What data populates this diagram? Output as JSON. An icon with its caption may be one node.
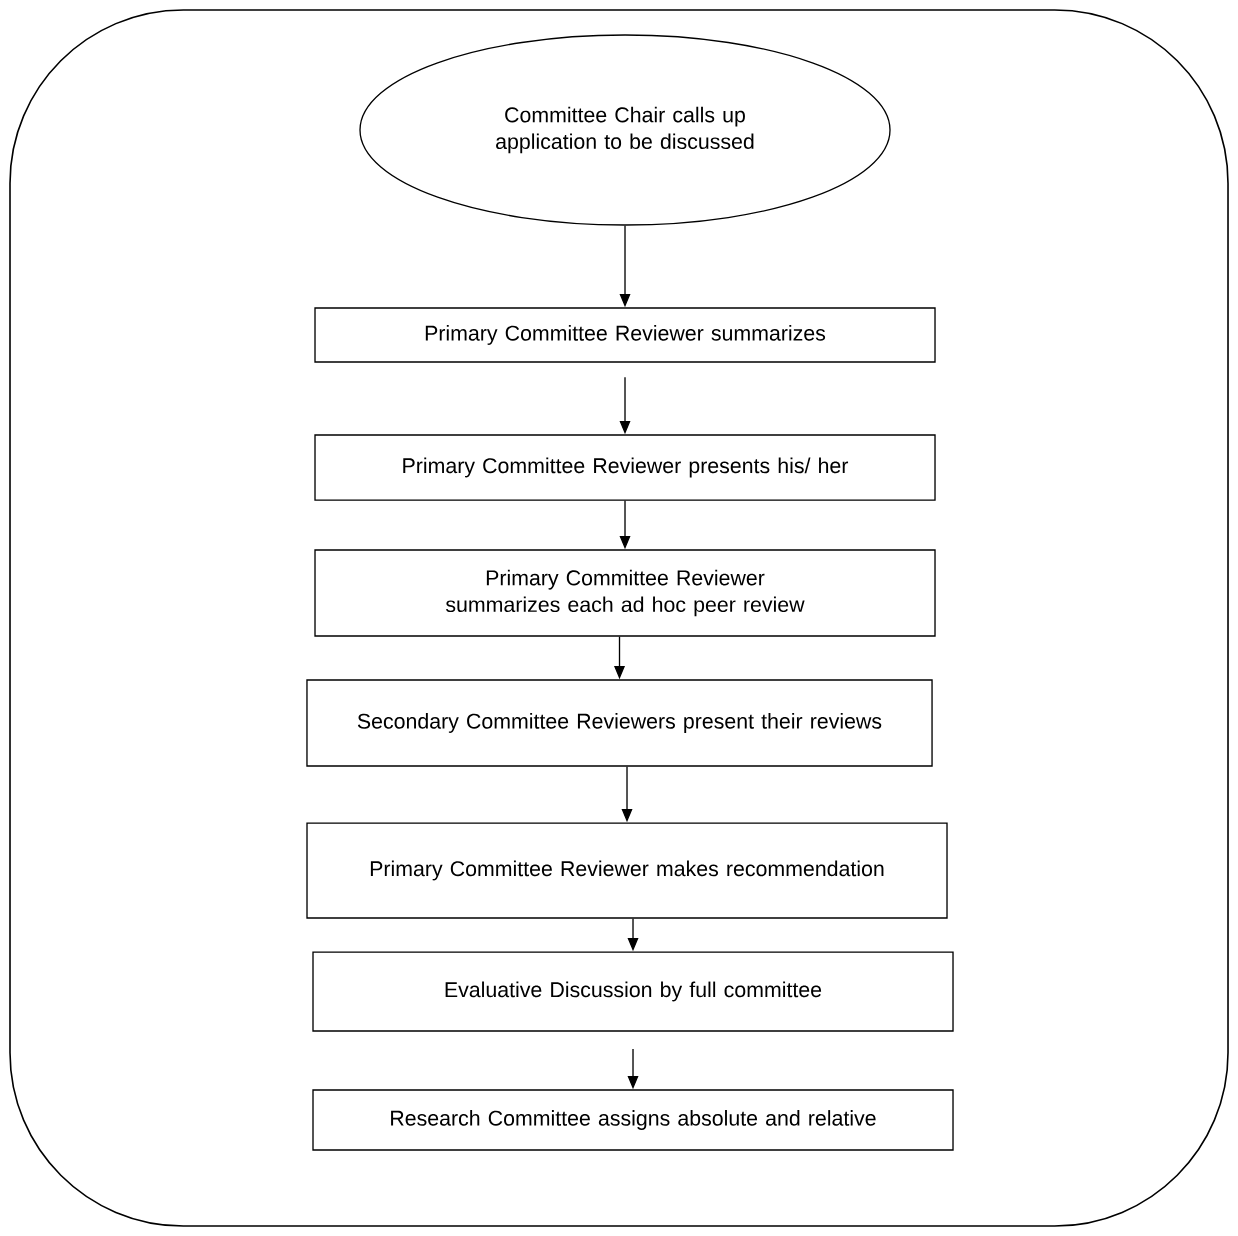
{
  "diagram": {
    "nodes": [
      {
        "text": [
          "Committee Chair calls up application to be discussed"
        ]
      },
      {
        "text": [
          "Primary Committee Reviewer summarizes"
        ]
      },
      {
        "text": [
          "Primary Committee Reviewer presents his/ her"
        ]
      },
      {
        "text": [
          "Primary Committee Reviewer summarizes each ad hoc peer review"
        ]
      },
      {
        "text": [
          "Secondary Committee Reviewers present their reviews"
        ]
      },
      {
        "text": [
          "Primary Committee Reviewer makes recommendation"
        ]
      },
      {
        "text": [
          "Evaluative Discussion by full committee"
        ]
      },
      {
        "text": [
          "Research Committee assigns absolute and relative"
        ]
      }
    ],
    "edges": [
      {
        "from": 0,
        "to": 1,
        "arrow": "to"
      },
      {
        "from": 1,
        "to": 2,
        "arrow": "to"
      },
      {
        "from": 2,
        "to": 3,
        "arrow": "to"
      },
      {
        "from": 3,
        "to": 4,
        "arrow": "to"
      },
      {
        "from": 4,
        "to": 5,
        "arrow": "to"
      },
      {
        "from": 5,
        "to": 6,
        "arrow": "to"
      },
      {
        "from": 6,
        "to": 7,
        "arrow": "to"
      }
    ]
  }
}
